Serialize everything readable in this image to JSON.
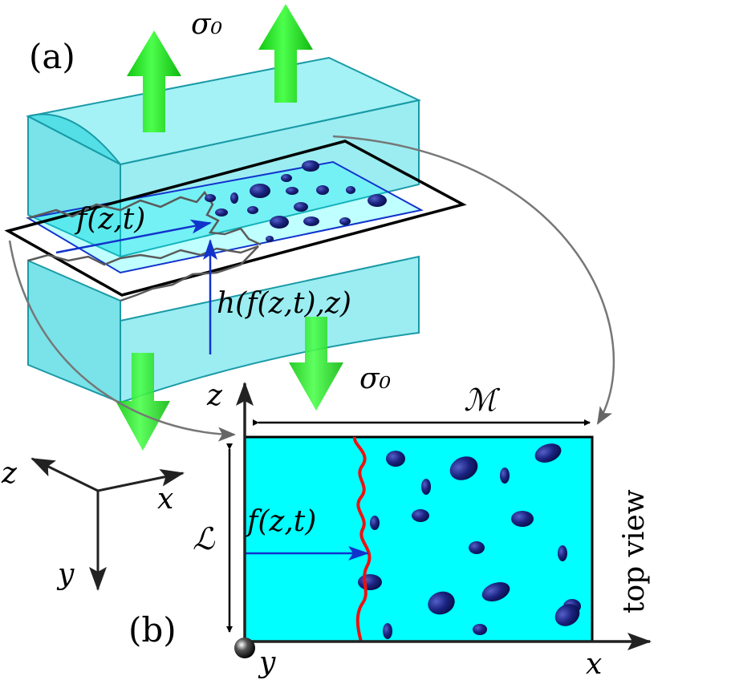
{
  "panel_a": {
    "label": "(a)",
    "stress_top": "σ₀",
    "stress_bottom": "σ₀",
    "front_label": "f(z,t)",
    "height_label": "h(f(z,t),z)"
  },
  "panel_b": {
    "label": "(b)",
    "width_label": "ℳ",
    "length_label": "ℒ",
    "front_label": "f(z,t)",
    "side_label": "top view",
    "axis_z": "z",
    "axis_x": "x",
    "axis_y": "y"
  },
  "triad": {
    "z": "z",
    "x": "x",
    "y": "y"
  },
  "colors": {
    "block_fill": "#22d8e0",
    "block_edge": "#1a9aa6",
    "plane_fill": "#00ffff",
    "arrow_green": "#22ee22",
    "front_red": "#ee1111",
    "front_blue": "#1133cc",
    "obstacle": "#141a6e",
    "connector": "#777777"
  }
}
